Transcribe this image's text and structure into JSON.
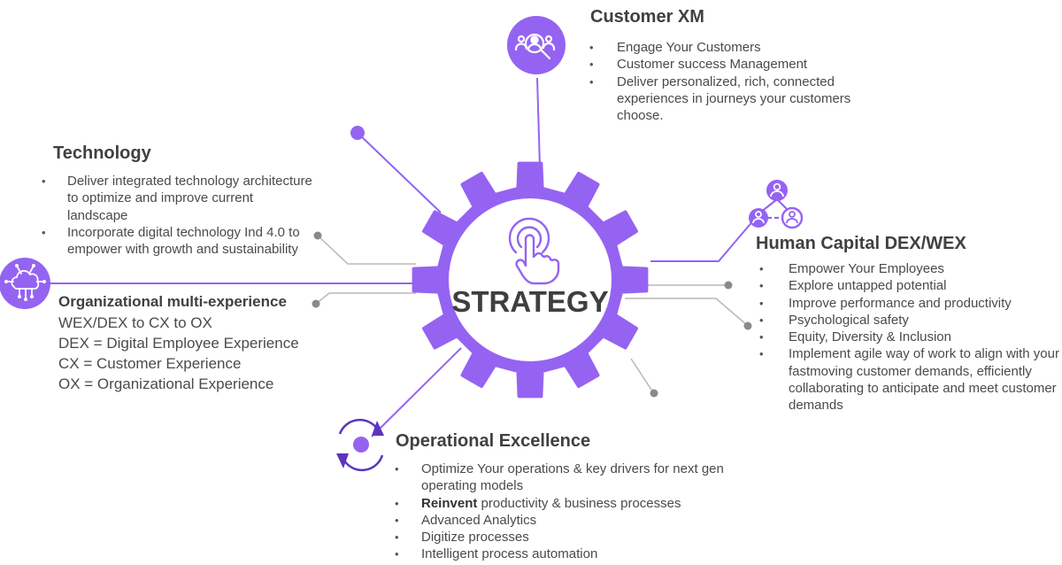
{
  "colors": {
    "accent": "#9563f2",
    "accent_dark": "#7e4ee0",
    "connector_grey": "#b8b8b8",
    "dot_grey": "#8a8a8a",
    "text": "#444444"
  },
  "center": {
    "label": "STRATEGY",
    "icon": "tap-touch-icon"
  },
  "customer_xm": {
    "title": "Customer XM",
    "icon": "customer-search-icon",
    "items": [
      "Engage Your Customers",
      "Customer success Management",
      "Deliver personalized, rich, connected experiences in journeys your customers choose."
    ]
  },
  "technology": {
    "title": "Technology",
    "items": [
      "Deliver integrated technology architecture to optimize and improve current landscape",
      "Incorporate digital technology Ind 4.0 to empower with growth and sustainability"
    ]
  },
  "org": {
    "title": "Organizational multi-experience",
    "icon": "cloud-network-icon",
    "lines": [
      "WEX/DEX to CX to OX",
      "DEX = Digital Employee Experience",
      "CX = Customer Experience",
      "OX = Organizational Experience"
    ]
  },
  "human_capital": {
    "title": "Human Capital DEX/WEX",
    "icon": "people-network-icon",
    "items": [
      "Empower Your Employees",
      "Explore untapped potential",
      "Improve performance and productivity",
      "Psychological safety",
      "Equity, Diversity & Inclusion",
      "Implement agile way of work to align with your fastmoving customer demands, efficiently collaborating to anticipate and meet customer demands"
    ]
  },
  "operational": {
    "title": "Operational Excellence",
    "icon": "cycle-arrows-icon",
    "items": [
      "Optimize Your operations & key drivers for next gen operating models",
      "productivity & business processes",
      "Advanced Analytics",
      "Digitize processes",
      "Intelligent process automation"
    ],
    "reinvent_label": "Reinvent"
  }
}
